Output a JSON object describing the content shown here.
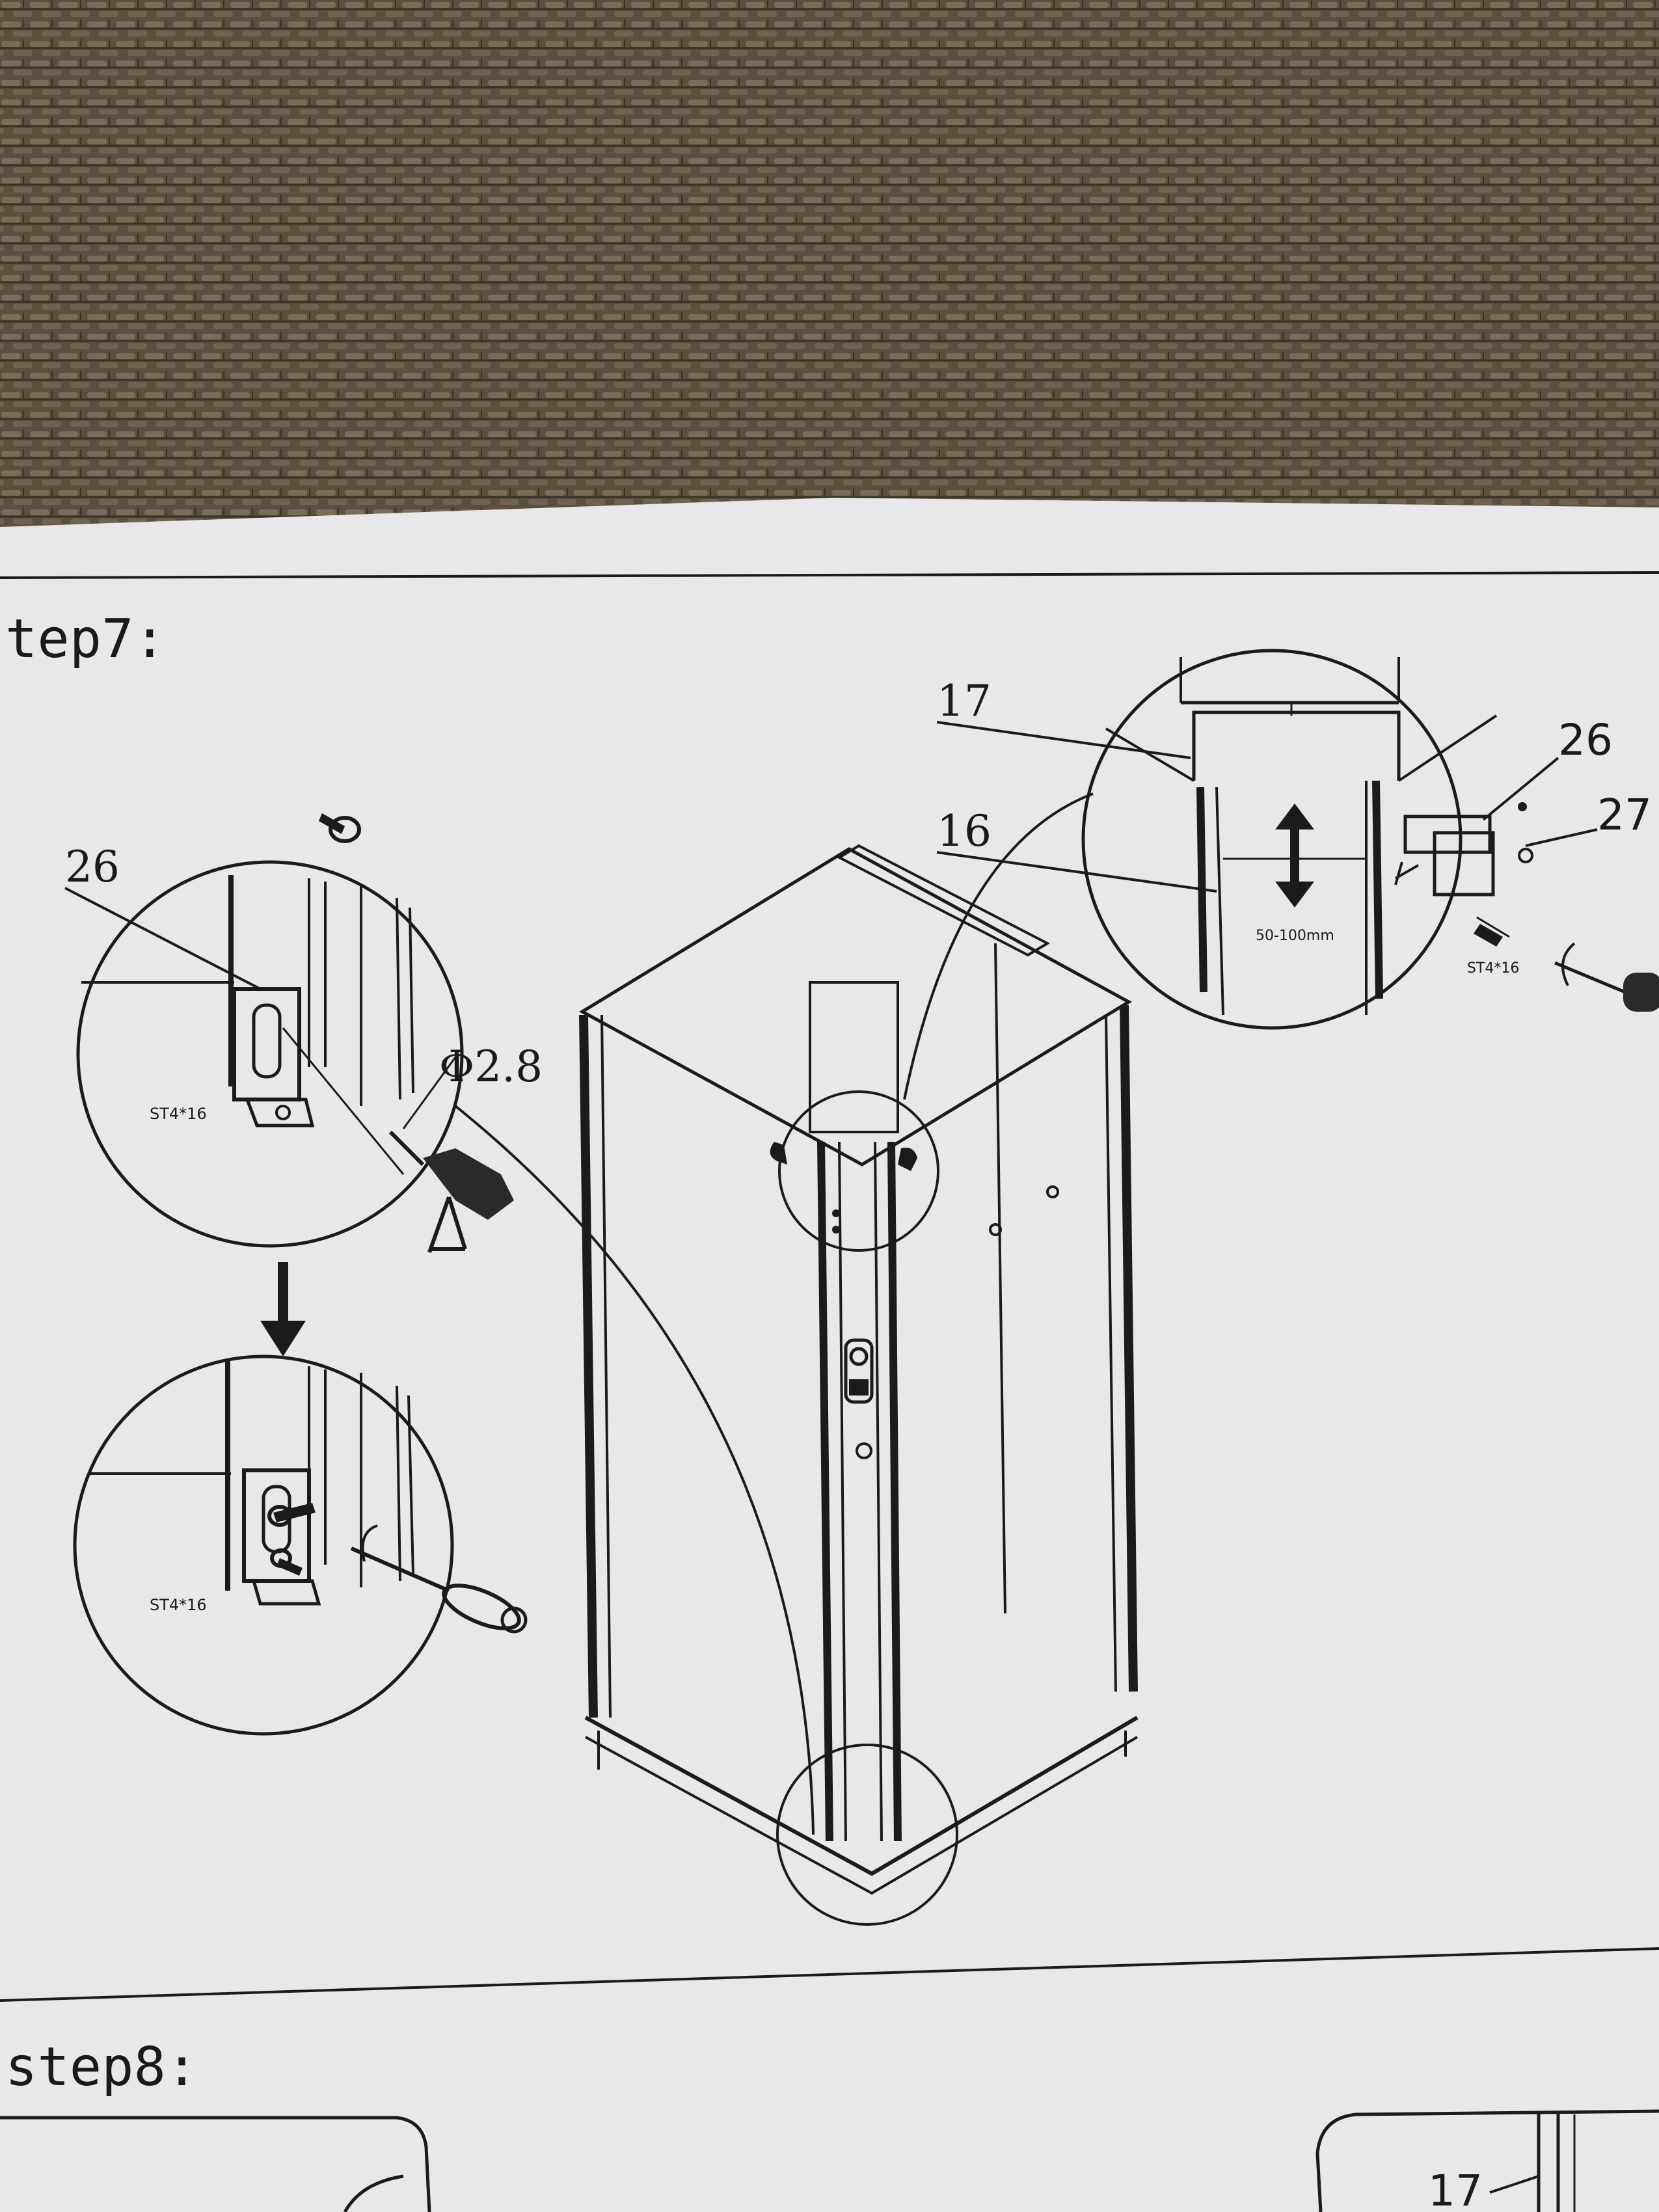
{
  "document": {
    "colors": {
      "carpet": "#5b5040",
      "paper": "#e8e8ea",
      "ink": "#1b1b1b"
    },
    "step7": {
      "heading": "tep7:",
      "callout_17": "17",
      "callout_16": "16",
      "callout_26_right": "26",
      "callout_27": "27",
      "callout_26_left": "26",
      "drill_diameter": "Φ2.8",
      "screw_spec_1": "ST4*16",
      "screw_spec_2": "ST4*16",
      "screw_spec_3": "ST4*16",
      "adjust_range": "50-100mm"
    },
    "step8": {
      "heading": "step8:",
      "callout_17": "17"
    },
    "icons": [
      "screw-icon",
      "drill-icon",
      "screwdriver-icon",
      "down-arrow-icon",
      "double-arrow-icon"
    ]
  }
}
